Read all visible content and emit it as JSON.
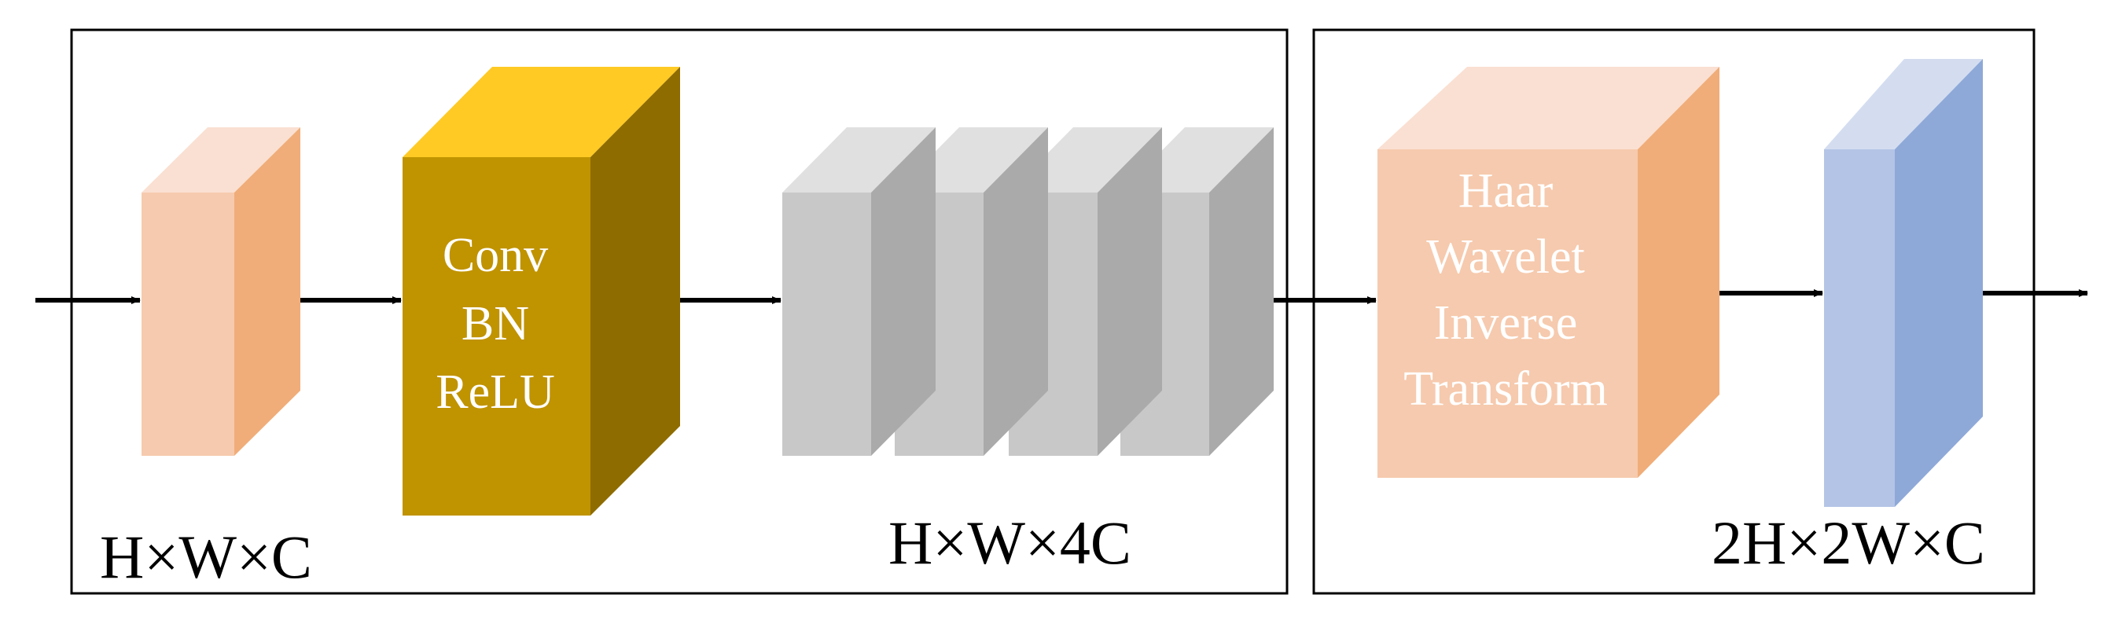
{
  "colors": {
    "peach_front": "#F6CAAE",
    "peach_top": "#FAE0D2",
    "peach_side": "#F0AD79",
    "gold_front": "#C09300",
    "gold_top": "#FFCA24",
    "gold_side": "#8E6C00",
    "gray_front": "#C8C8C8",
    "gray_top": "#E0E0E0",
    "gray_side": "#AAAAAA",
    "blue_front": "#B3C4E6",
    "blue_top": "#D4DDF0",
    "blue_side": "#8EA9D8",
    "arrow": "#000000",
    "frame": "#000000"
  },
  "blocks": {
    "conv_block": {
      "lines": [
        "Conv",
        "BN",
        "ReLU"
      ]
    },
    "haar_block": {
      "lines": [
        "Haar",
        "Wavelet",
        "Inverse",
        "Transform"
      ]
    }
  },
  "dimension_labels": {
    "input": "H×W×C",
    "stacked": "H×W×4C",
    "output": "2H×2W×C"
  }
}
